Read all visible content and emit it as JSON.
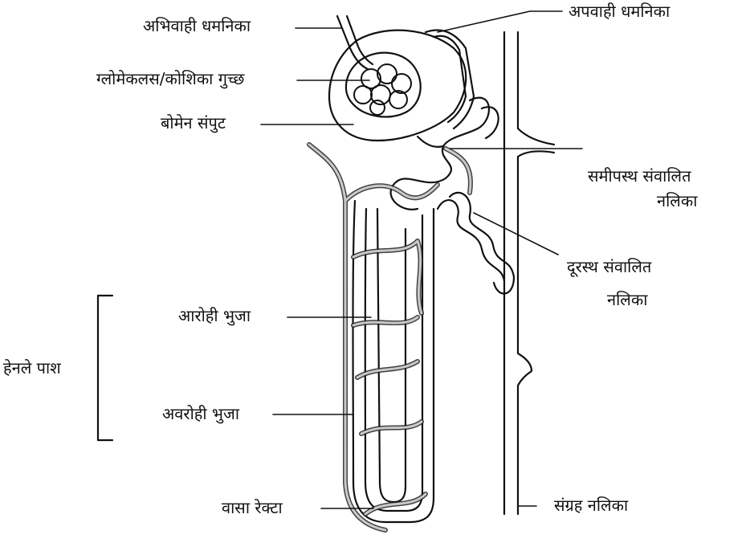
{
  "labels": {
    "afferent": "अभिवाही धमनिका",
    "efferent": "अपवाही धमनिका",
    "glomerulus": "ग्लोमेकलस/कोशिका गुच्छ",
    "bowman": "बोमेन संपुट",
    "pct_line1": "समीपस्थ संवालित",
    "pct_line2": "नलिका",
    "dct_line1": "दूरस्थ संवालित",
    "dct_line2": "नलिका",
    "ascending": "आरोही भुजा",
    "henle": "हेनले पाश",
    "descending": "अवरोही भुजा",
    "vasa_recta": "वासा रेक्टा",
    "collecting": "संग्रह नलिका"
  },
  "colors": {
    "ink": "#111111",
    "vessel_fill": "#c9c9c9",
    "paper": "#ffffff"
  }
}
